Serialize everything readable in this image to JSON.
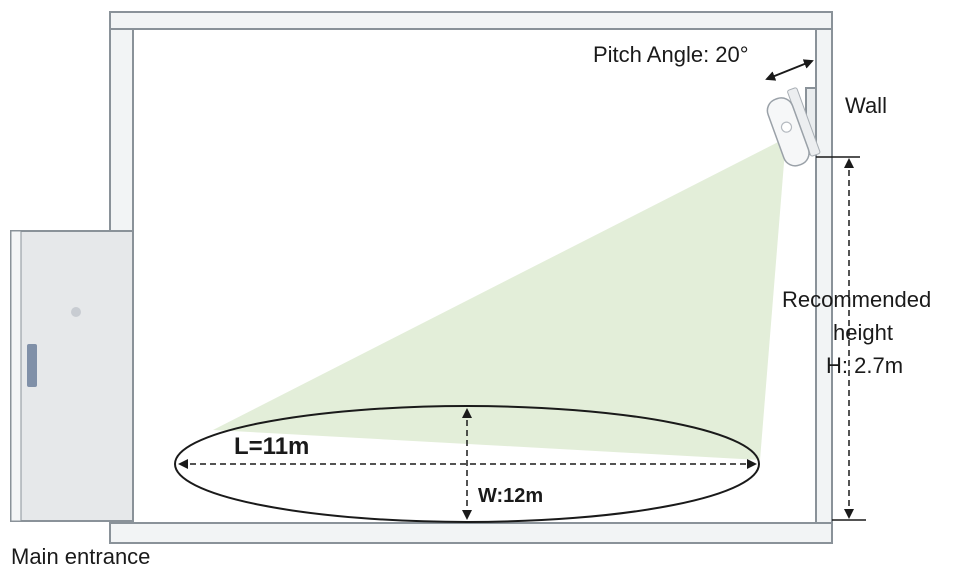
{
  "labels": {
    "pitch_angle": "Pitch Angle: 20°",
    "wall": "Wall",
    "recommended_line1": "Recommended",
    "recommended_line2": "height",
    "recommended_line3": "H: 2.7m",
    "length": "L=11m",
    "width": "W:12m",
    "main_entrance": "Main entrance"
  },
  "colors": {
    "wall_outline": "#8a9299",
    "wall_fill": "#f2f4f5",
    "coverage_fill": "#e3eed9",
    "door_fill": "#e6e8ea",
    "door_handle": "#8090a8"
  }
}
